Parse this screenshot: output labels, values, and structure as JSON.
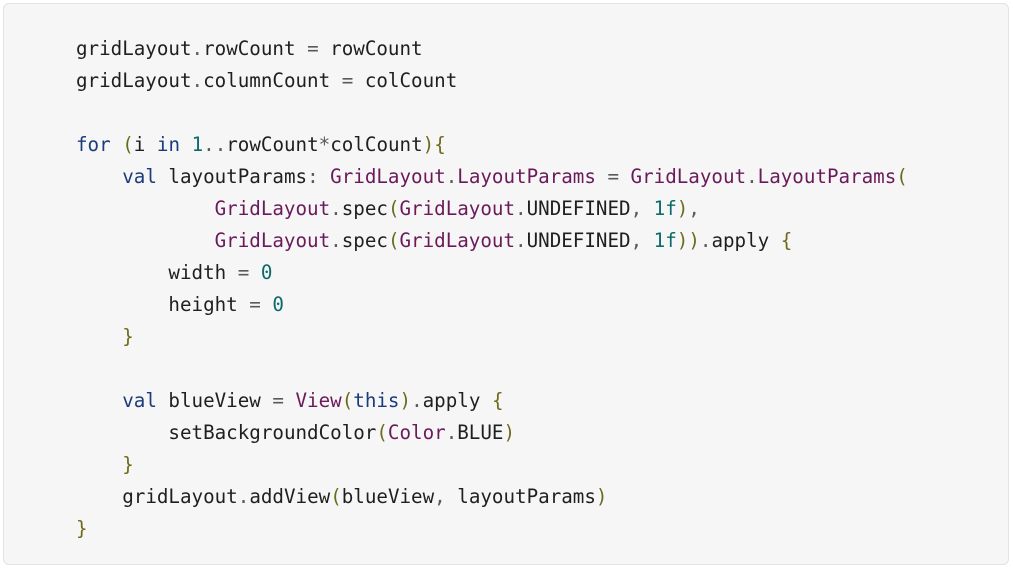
{
  "lines": [
    {
      "indent": "",
      "tokens": [
        {
          "t": "gridLayout",
          "c": "id"
        },
        {
          "t": ".",
          "c": "op"
        },
        {
          "t": "rowCount",
          "c": "id"
        },
        {
          "t": " = ",
          "c": "op"
        },
        {
          "t": "rowCount",
          "c": "id"
        }
      ]
    },
    {
      "indent": "",
      "tokens": [
        {
          "t": "gridLayout",
          "c": "id"
        },
        {
          "t": ".",
          "c": "op"
        },
        {
          "t": "columnCount",
          "c": "id"
        },
        {
          "t": " = ",
          "c": "op"
        },
        {
          "t": "colCount",
          "c": "id"
        }
      ]
    },
    {
      "indent": "",
      "tokens": []
    },
    {
      "indent": "",
      "tokens": [
        {
          "t": "for",
          "c": "kw"
        },
        {
          "t": " ",
          "c": "id"
        },
        {
          "t": "(",
          "c": "pu"
        },
        {
          "t": "i",
          "c": "id"
        },
        {
          "t": " ",
          "c": "id"
        },
        {
          "t": "in",
          "c": "kw"
        },
        {
          "t": " ",
          "c": "id"
        },
        {
          "t": "1",
          "c": "nu"
        },
        {
          "t": "..",
          "c": "op"
        },
        {
          "t": "rowCount",
          "c": "id"
        },
        {
          "t": "*",
          "c": "op"
        },
        {
          "t": "colCount",
          "c": "id"
        },
        {
          "t": ")",
          "c": "pu"
        },
        {
          "t": "{",
          "c": "pu"
        }
      ]
    },
    {
      "indent": "    ",
      "tokens": [
        {
          "t": "val",
          "c": "kw"
        },
        {
          "t": " layoutParams",
          "c": "id"
        },
        {
          "t": ": ",
          "c": "op"
        },
        {
          "t": "GridLayout",
          "c": "ty"
        },
        {
          "t": ".",
          "c": "op"
        },
        {
          "t": "LayoutParams",
          "c": "ty"
        },
        {
          "t": " = ",
          "c": "op"
        },
        {
          "t": "GridLayout",
          "c": "ty"
        },
        {
          "t": ".",
          "c": "op"
        },
        {
          "t": "LayoutParams",
          "c": "ty"
        },
        {
          "t": "(",
          "c": "pu"
        }
      ]
    },
    {
      "indent": "            ",
      "tokens": [
        {
          "t": "GridLayout",
          "c": "ty"
        },
        {
          "t": ".",
          "c": "op"
        },
        {
          "t": "spec",
          "c": "id"
        },
        {
          "t": "(",
          "c": "pu"
        },
        {
          "t": "GridLayout",
          "c": "ty"
        },
        {
          "t": ".",
          "c": "op"
        },
        {
          "t": "UNDEFINED",
          "c": "id"
        },
        {
          "t": ", ",
          "c": "op"
        },
        {
          "t": "1f",
          "c": "nu"
        },
        {
          "t": ")",
          "c": "pu"
        },
        {
          "t": ",",
          "c": "op"
        }
      ]
    },
    {
      "indent": "            ",
      "tokens": [
        {
          "t": "GridLayout",
          "c": "ty"
        },
        {
          "t": ".",
          "c": "op"
        },
        {
          "t": "spec",
          "c": "id"
        },
        {
          "t": "(",
          "c": "pu"
        },
        {
          "t": "GridLayout",
          "c": "ty"
        },
        {
          "t": ".",
          "c": "op"
        },
        {
          "t": "UNDEFINED",
          "c": "id"
        },
        {
          "t": ", ",
          "c": "op"
        },
        {
          "t": "1f",
          "c": "nu"
        },
        {
          "t": "))",
          "c": "pu"
        },
        {
          "t": ".",
          "c": "op"
        },
        {
          "t": "apply",
          "c": "id"
        },
        {
          "t": " ",
          "c": "id"
        },
        {
          "t": "{",
          "c": "pu"
        }
      ]
    },
    {
      "indent": "        ",
      "tokens": [
        {
          "t": "width",
          "c": "id"
        },
        {
          "t": " = ",
          "c": "op"
        },
        {
          "t": "0",
          "c": "nu"
        }
      ]
    },
    {
      "indent": "        ",
      "tokens": [
        {
          "t": "height",
          "c": "id"
        },
        {
          "t": " = ",
          "c": "op"
        },
        {
          "t": "0",
          "c": "nu"
        }
      ]
    },
    {
      "indent": "    ",
      "tokens": [
        {
          "t": "}",
          "c": "pu"
        }
      ]
    },
    {
      "indent": "",
      "tokens": []
    },
    {
      "indent": "    ",
      "tokens": [
        {
          "t": "val",
          "c": "kw"
        },
        {
          "t": " blueView",
          "c": "id"
        },
        {
          "t": " = ",
          "c": "op"
        },
        {
          "t": "View",
          "c": "ty"
        },
        {
          "t": "(",
          "c": "pu"
        },
        {
          "t": "this",
          "c": "kw"
        },
        {
          "t": ")",
          "c": "pu"
        },
        {
          "t": ".",
          "c": "op"
        },
        {
          "t": "apply",
          "c": "id"
        },
        {
          "t": " ",
          "c": "id"
        },
        {
          "t": "{",
          "c": "pu"
        }
      ]
    },
    {
      "indent": "        ",
      "tokens": [
        {
          "t": "setBackgroundColor",
          "c": "id"
        },
        {
          "t": "(",
          "c": "pu"
        },
        {
          "t": "Color",
          "c": "ty"
        },
        {
          "t": ".",
          "c": "op"
        },
        {
          "t": "BLUE",
          "c": "id"
        },
        {
          "t": ")",
          "c": "pu"
        }
      ]
    },
    {
      "indent": "    ",
      "tokens": [
        {
          "t": "}",
          "c": "pu"
        }
      ]
    },
    {
      "indent": "    ",
      "tokens": [
        {
          "t": "gridLayout",
          "c": "id"
        },
        {
          "t": ".",
          "c": "op"
        },
        {
          "t": "addView",
          "c": "id"
        },
        {
          "t": "(",
          "c": "pu"
        },
        {
          "t": "blueView",
          "c": "id"
        },
        {
          "t": ", ",
          "c": "op"
        },
        {
          "t": "layoutParams",
          "c": "id"
        },
        {
          "t": ")",
          "c": "pu"
        }
      ]
    },
    {
      "indent": "",
      "tokens": [
        {
          "t": "}",
          "c": "pu"
        }
      ]
    }
  ]
}
